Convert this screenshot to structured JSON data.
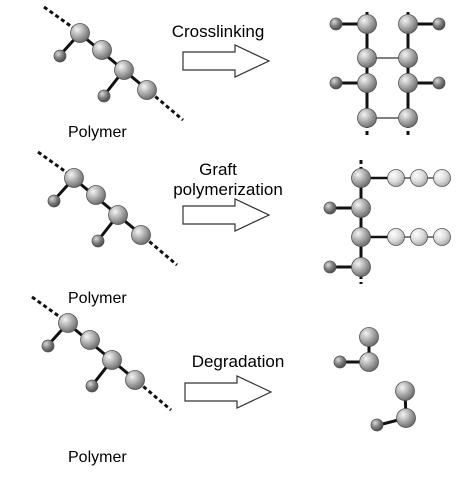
{
  "panels": [
    {
      "id": "crosslinking",
      "input_label": "Polymer",
      "process_label": "Crosslinking",
      "process_label_lines": [
        "Crosslinking"
      ]
    },
    {
      "id": "graft",
      "input_label": "Polymer",
      "process_label": "Graft polymerization",
      "process_label_lines": [
        "Graft",
        "polymerization"
      ]
    },
    {
      "id": "degradation",
      "input_label": "Polymer",
      "process_label": "Degradation",
      "process_label_lines": [
        "Degradation"
      ]
    }
  ],
  "colors": {
    "backbone": "#111111",
    "bead": "#a8a8a8",
    "bead_small": "#7d7d7d",
    "graft_bead": "#d8d8d8",
    "crosslink_bond": "#808080",
    "arrow_fill": "#ffffff",
    "arrow_stroke": "#333333"
  }
}
